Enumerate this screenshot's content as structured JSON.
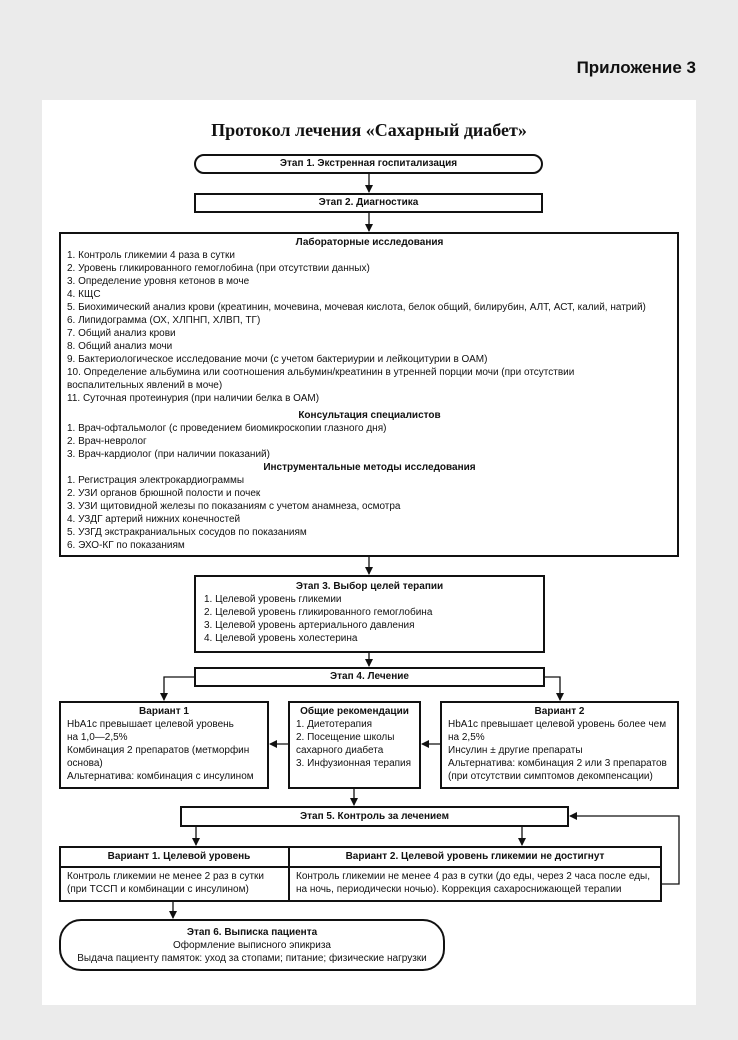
{
  "appendix": "Приложение 3",
  "title": "Протокол лечения «Сахарный диабет»",
  "stage1": "Этап 1. Экстренная госпитализация",
  "stage2": "Этап 2. Диагностика",
  "diagnostics": {
    "lab_title": "Лабораторные исследования",
    "lab_items": [
      "1. Контроль гликемии 4 раза в сутки",
      "2. Уровень гликированного гемоглобина (при отсутствии данных)",
      "3. Определение уровня кетонов в моче",
      "4. КЩС",
      "5. Биохимический анализ крови (креатинин, мочевина, мочевая кислота, белок общий, билирубин, АЛТ, АСТ, калий, натрий)",
      "6. Липидограмма (ОХ, ХЛПНП, ХЛВП, ТГ)",
      "7. Общий анализ крови",
      "8. Общий анализ мочи",
      "9. Бактериологическое исследование мочи (с учетом бактериурии и лейкоцитурии в ОАМ)",
      "10. Определение альбумина или соотношения альбумин/креатинин в утренней порции мочи (при отсутствии",
      "воспалительных явлений в моче)",
      "11. Суточная протеинурия (при наличии белка в ОАМ)"
    ],
    "consult_title": "Консультация специалистов",
    "consult_items": [
      "1. Врач-офтальмолог (с проведением биомикроскопии глазного дня)",
      "2. Врач-невролог",
      "3. Врач-кардиолог (при наличии показаний)"
    ],
    "instr_title": "Инструментальные методы исследования",
    "instr_items": [
      "1. Регистрация электрокардиограммы",
      "2. УЗИ органов брюшной полости и почек",
      "3. УЗИ щитовидной железы по показаниям с учетом анамнеза, осмотра",
      "4. УЗДГ артерий нижних конечностей",
      "5. УЗГД экстракраниальных сосудов по показаниям",
      "6. ЭХО-КГ по показаниям"
    ]
  },
  "stage3": {
    "title": "Этап 3. Выбор целей терапии",
    "items": [
      "1. Целевой уровень гликемии",
      "2. Целевой уровень гликированного гемоглобина",
      "3. Целевой уровень артериального давления",
      "4. Целевой уровень холестерина"
    ]
  },
  "stage4": "Этап 4. Лечение",
  "variant1": {
    "title": "Вариант 1",
    "lines": [
      "HbA1c превышает целевой уровень",
      "на 1,0—2,5%",
      "Комбинация 2 препаратов (метморфин",
      "основа)",
      "Альтернатива: комбинация с инсулином"
    ]
  },
  "general": {
    "title": "Общие рекомендации",
    "lines": [
      "1. Диетотерапия",
      "2. Посещение школы",
      "сахарного диабета",
      "3. Инфузионная терапия"
    ]
  },
  "variant2": {
    "title": "Вариант 2",
    "lines": [
      "HbA1c превышает целевой уровень более чем",
      "на 2,5%",
      "Инсулин ± другие препараты",
      "Альтернатива: комбинация 2 или 3 препаратов",
      "(при отсутствии симптомов декомпенсации)"
    ]
  },
  "stage5": "Этап 5. Контроль за лечением",
  "control1": {
    "title": "Вариант 1. Целевой уровень",
    "lines": [
      "Контроль гликемии не менее 2 раз в сутки",
      "(при ТССП и комбинации с инсулином)"
    ]
  },
  "control2": {
    "title": "Вариант 2. Целевой уровень гликемии не достигнут",
    "lines": [
      "Контроль гликемии не менее 4 раз в сутки (до еды, через 2 часа после еды,",
      "на ночь, периодически ночью). Коррекция сахароснижающей терапии"
    ]
  },
  "stage6": {
    "title": "Этап 6. Выписка пациента",
    "lines": [
      "Оформление выписного эпикриза",
      "Выдача пациенту памяток: уход за стопами; питание; физические нагрузки"
    ]
  }
}
